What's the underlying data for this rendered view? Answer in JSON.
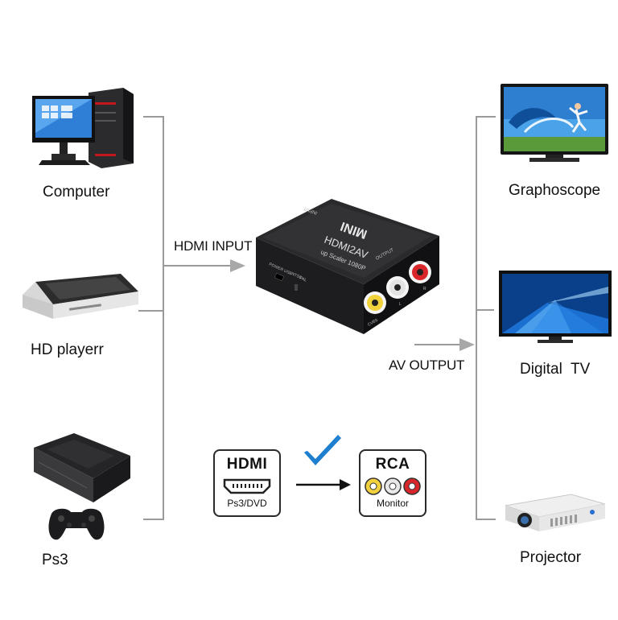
{
  "sources": {
    "computer": "Computer",
    "hd_player": "HD playerr",
    "ps3": "Ps3"
  },
  "outputs": {
    "graphoscope": "Graphoscope",
    "digital_tv": "Digital  TV",
    "projector": "Projector"
  },
  "flow": {
    "input_label": "HDMI INPUT",
    "output_label": "AV OUTPUT"
  },
  "converter": {
    "brand": "MINI",
    "model": "HDMI2AV",
    "subtitle": "up Scaler 1080P",
    "input_port": "INPUT",
    "output_port": "OUTPUT",
    "power_port": "POWER USB",
    "ntsc": "NTSC",
    "pal": "PAL",
    "cvbs": "CVBS",
    "l": "L",
    "r": "R"
  },
  "legend": {
    "hdmi_title": "HDMI",
    "hdmi_sub": "Ps3/DVD",
    "rca_title": "RCA",
    "rca_sub": "Monitor"
  },
  "colors": {
    "line": "#9a9a9a",
    "arrow": "#a8a8a8",
    "check": "#1e7fd0",
    "rca_yellow": "#f2d23c",
    "rca_white": "#e8e8e8",
    "rca_red": "#d8262b"
  }
}
